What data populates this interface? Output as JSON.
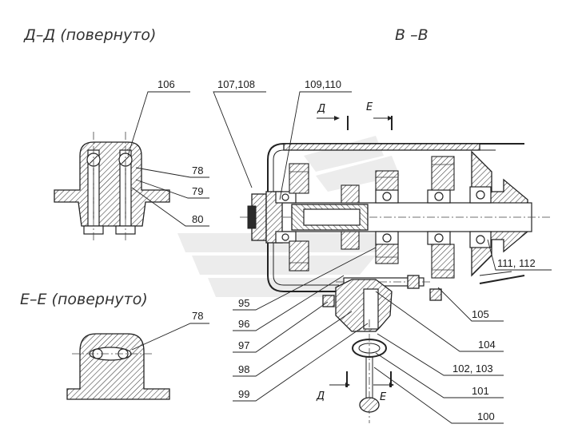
{
  "views": {
    "section_d": "Д–Д (повернуто)",
    "section_v": "В –В",
    "section_e": "Е–Е (повернуто)"
  },
  "section_marks": {
    "d_top": "Д",
    "e_top": "Е",
    "d_bottom": "Д",
    "e_bottom": "Е"
  },
  "callouts": [
    "106",
    "107,108",
    "109,110",
    "78",
    "79",
    "80",
    "78",
    "95",
    "96",
    "97",
    "98",
    "99",
    "111, 112",
    "105",
    "104",
    "102, 103",
    "101",
    "100"
  ],
  "colors": {
    "line": "#222222",
    "watermark": "#dcdcdc"
  }
}
